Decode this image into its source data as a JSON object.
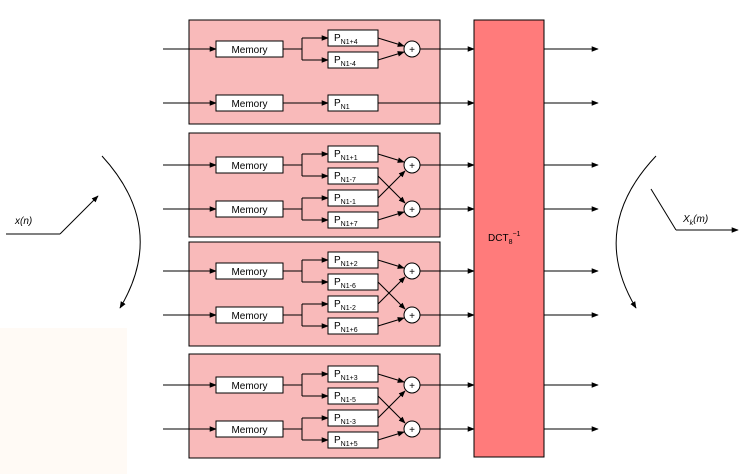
{
  "diagram": {
    "input_label": "x(n)",
    "output_label": {
      "main": "X",
      "sub": "k",
      "rest": "(m)"
    },
    "dct_label": {
      "main": "DCT",
      "sub": "8",
      "sup": "−1"
    },
    "plus_symbol": "+",
    "memory_label": "Memory",
    "blocks": [
      {
        "rows": [
          {
            "memory": "Memory",
            "type": "pair",
            "p": [
              {
                "base": "P",
                "sub": "N1+4"
              },
              {
                "base": "P",
                "sub": "N1-4"
              }
            ]
          },
          {
            "memory": "Memory",
            "type": "single",
            "p": [
              {
                "base": "P",
                "sub": "N1"
              }
            ]
          }
        ]
      },
      {
        "rows": [
          {
            "memory": "Memory",
            "type": "cross",
            "p": [
              {
                "base": "P",
                "sub": "N1+1"
              },
              {
                "base": "P",
                "sub": "N1-7"
              }
            ]
          },
          {
            "memory": "Memory",
            "type": "cross",
            "p": [
              {
                "base": "P",
                "sub": "N1-1"
              },
              {
                "base": "P",
                "sub": "N1+7"
              }
            ]
          }
        ]
      },
      {
        "rows": [
          {
            "memory": "Memory",
            "type": "cross",
            "p": [
              {
                "base": "P",
                "sub": "N1+2"
              },
              {
                "base": "P",
                "sub": "N1-6"
              }
            ]
          },
          {
            "memory": "Memory",
            "type": "cross",
            "p": [
              {
                "base": "P",
                "sub": "N1-2"
              },
              {
                "base": "P",
                "sub": "N1+6"
              }
            ]
          }
        ]
      },
      {
        "rows": [
          {
            "memory": "Memory",
            "type": "cross",
            "p": [
              {
                "base": "P",
                "sub": "N1+3"
              },
              {
                "base": "P",
                "sub": "N1-5"
              }
            ]
          },
          {
            "memory": "Memory",
            "type": "cross",
            "p": [
              {
                "base": "P",
                "sub": "N1-3"
              },
              {
                "base": "P",
                "sub": "N1+5"
              }
            ]
          }
        ]
      }
    ],
    "colors": {
      "block_fill": "#f9baba",
      "dct_fill": "#ff7b7b",
      "box_fill": "#ffffff",
      "line": "#000000",
      "corner_fill": "#fffaf5"
    }
  }
}
